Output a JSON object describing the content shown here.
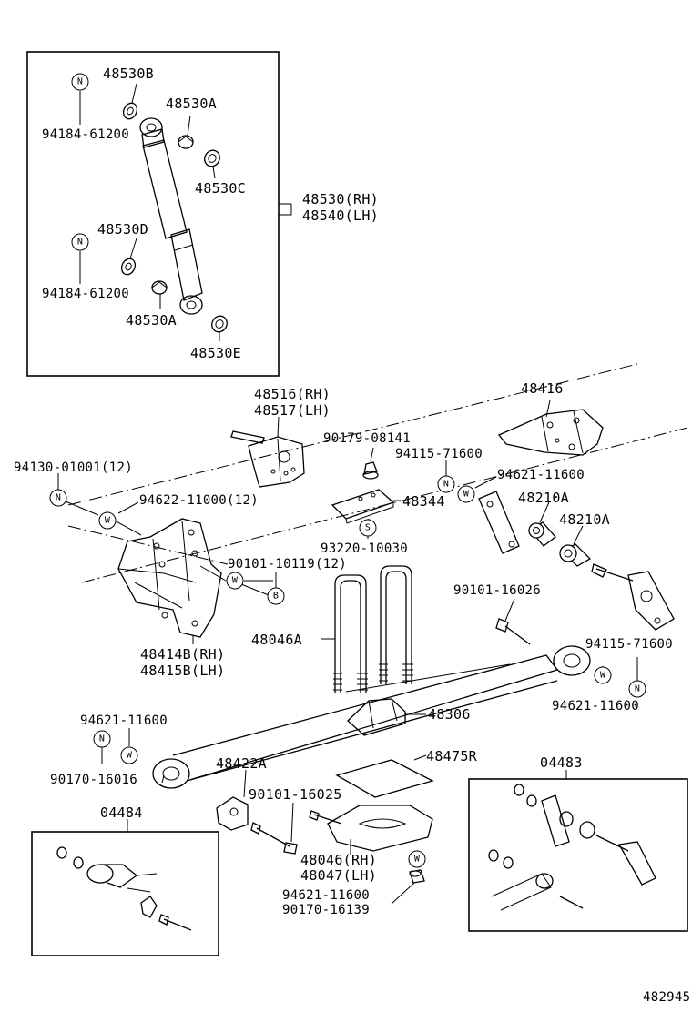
{
  "diagram_id": "482945",
  "labels": {
    "p48530B": "48530B",
    "p48530A_top": "48530A",
    "p94184_top": "94184-61200",
    "p48530C": "48530C",
    "p48530RH": "48530(RH)",
    "p48540LH": "48540(LH)",
    "p48530D": "48530D",
    "p94184_bot": "94184-61200",
    "p48530A_bot": "48530A",
    "p48530E": "48530E",
    "p48516RH": "48516(RH)",
    "p48517LH": "48517(LH)",
    "p48416": "48416",
    "p90179": "90179-08141",
    "p94115_top": "94115-71600",
    "p94130": "94130-01001(12)",
    "p94621_top": "94621-11600",
    "p48344": "48344",
    "p94622": "94622-11000(12)",
    "p48210A_1": "48210A",
    "p48210A_2": "48210A",
    "p93220": "93220-10030",
    "p90101_10119": "90101-10119(12)",
    "p90101_16026": "90101-16026",
    "p48046A": "48046A",
    "p48414BRH": "48414B(RH)",
    "p48415BLH": "48415B(LH)",
    "p94115_right": "94115-71600",
    "p94621_right": "94621-11600",
    "p48306": "48306",
    "p94621_left": "94621-11600",
    "p48422A": "48422A",
    "p48475R": "48475R",
    "p04483": "04483",
    "p90170_16016": "90170-16016",
    "p90101_16025": "90101-16025",
    "p04484": "04484",
    "p48046RH": "48046(RH)",
    "p48047LH": "48047(LH)",
    "p94621_bottom": "94621-11600",
    "p90170_16139": "90170-16139"
  },
  "badges": {
    "n": "N",
    "w": "W",
    "s": "S",
    "b": "B"
  },
  "colors": {
    "ink": "#000000",
    "paper": "#ffffff"
  }
}
